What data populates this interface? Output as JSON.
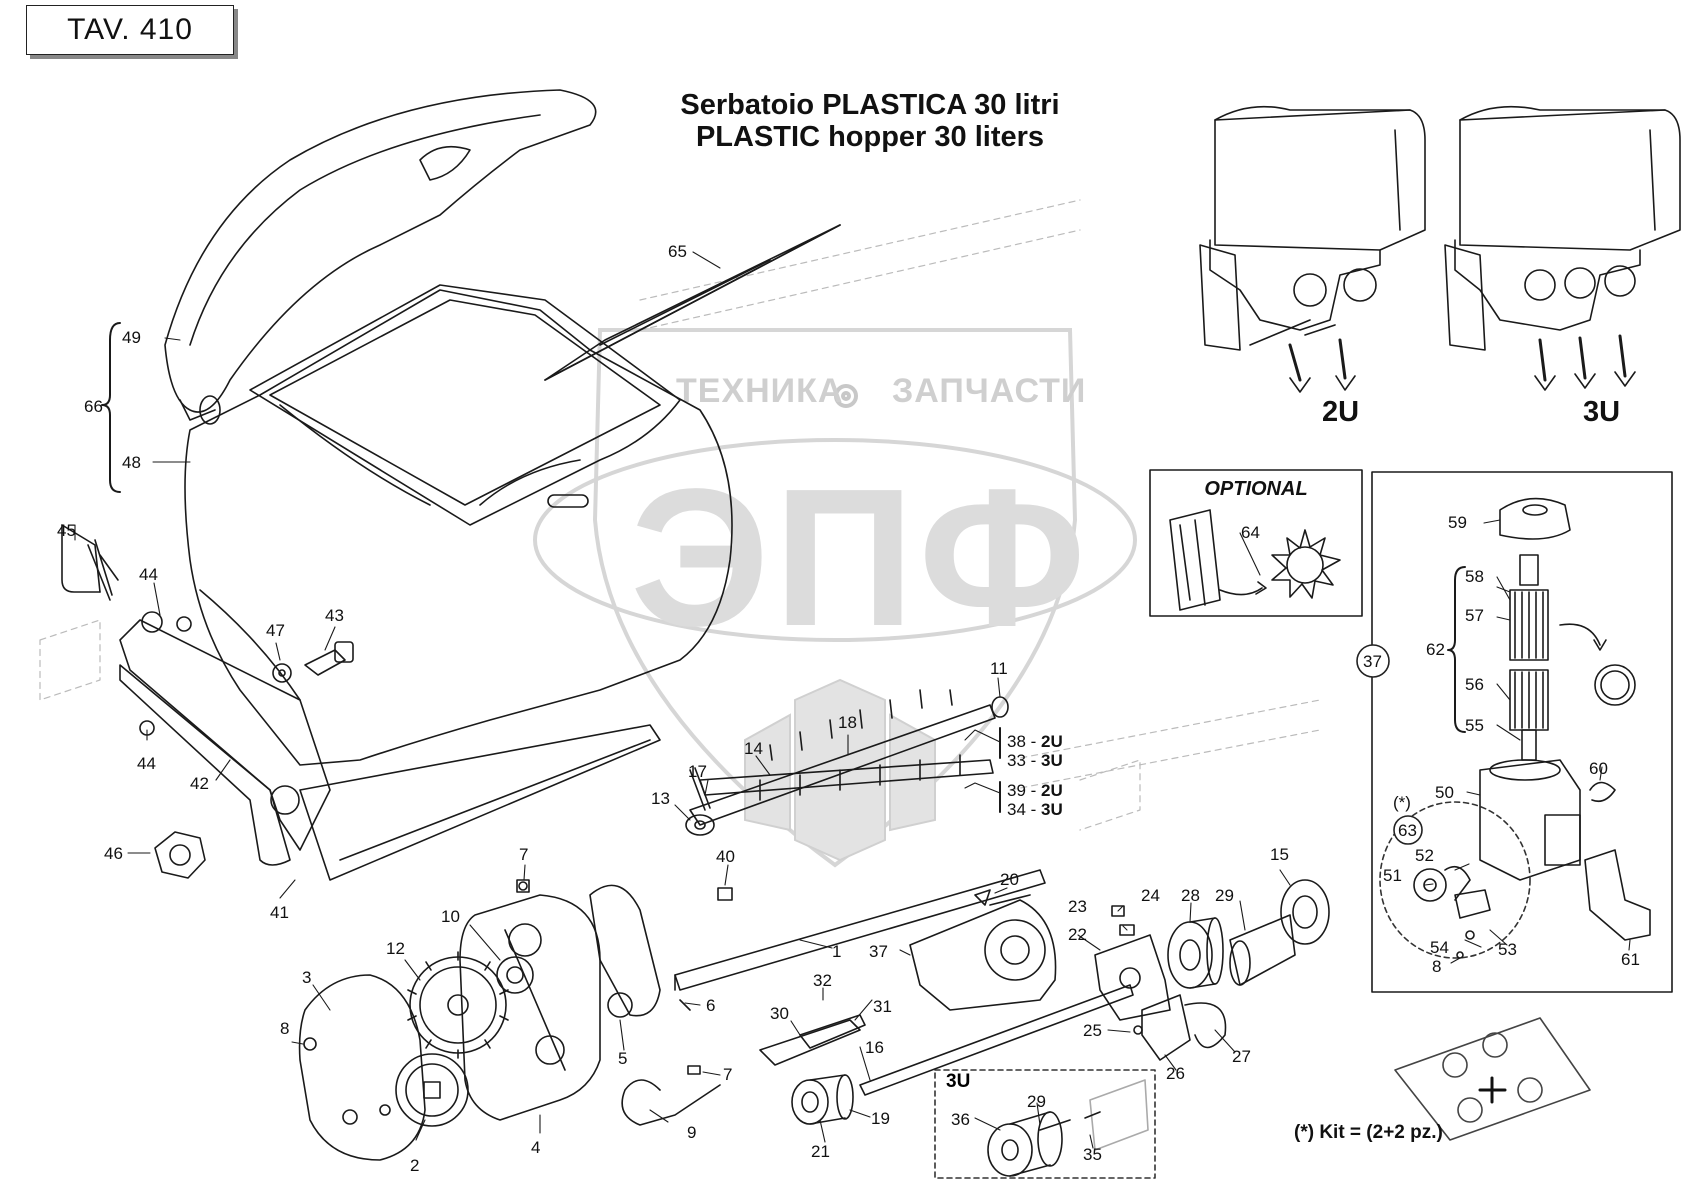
{
  "header": {
    "plate": "TAV. 410"
  },
  "title": {
    "line1": "Serbatoio PLASTICA 30 litri",
    "line2": "PLASTIC hopper 30 liters"
  },
  "variants": {
    "two": "2U",
    "three": "3U"
  },
  "optional": {
    "label": "OPTIONAL"
  },
  "kit_note": "(*) Kit = (2+2 pz.)",
  "detail_box": {
    "label": "3U"
  },
  "watermark": {
    "left": "ТЕХНИКА",
    "right": "ЗАПЧАСТИ",
    "big": "ЭПФ"
  },
  "callouts": {
    "c65": "65",
    "c49": "49",
    "c48": "48",
    "c66": "66",
    "c45": "45",
    "c44a": "44",
    "c44b": "44",
    "c47": "47",
    "c43": "43",
    "c42": "42",
    "c46": "46",
    "c41": "41",
    "c11": "11",
    "c18": "18",
    "c14": "14",
    "c17": "17",
    "c13": "13",
    "c40": "40",
    "c7a": "7",
    "c7b": "7",
    "c10": "10",
    "c12": "12",
    "c3": "3",
    "c8a": "8",
    "c2": "2",
    "c4": "4",
    "c5": "5",
    "c6": "6",
    "c9": "9",
    "c1": "1",
    "c38": "38",
    "c38_suffix": "2U",
    "c33": "33",
    "c33_suffix": "3U",
    "c39": "39",
    "c39_suffix": "2U",
    "c34": "34",
    "c34_suffix": "3U",
    "c20": "20",
    "c37a": "37",
    "c32": "32",
    "c31": "31",
    "c30": "30",
    "c16": "16",
    "c21": "21",
    "c19": "19",
    "c23": "23",
    "c24": "24",
    "c22": "22",
    "c28": "28",
    "c29a": "29",
    "c15": "15",
    "c25": "25",
    "c26": "26",
    "c27": "27",
    "c29b": "29",
    "c36": "36",
    "c35": "35",
    "c64": "64",
    "c59": "59",
    "c58": "58",
    "c57": "57",
    "c56": "56",
    "c55": "55",
    "c62": "62",
    "c37b": "37",
    "c50": "50",
    "c60": "60",
    "c63_star": "(*)",
    "c63": "63",
    "c52": "52",
    "c51": "51",
    "c54": "54",
    "c53": "53",
    "c8b": "8",
    "c61": "61"
  }
}
